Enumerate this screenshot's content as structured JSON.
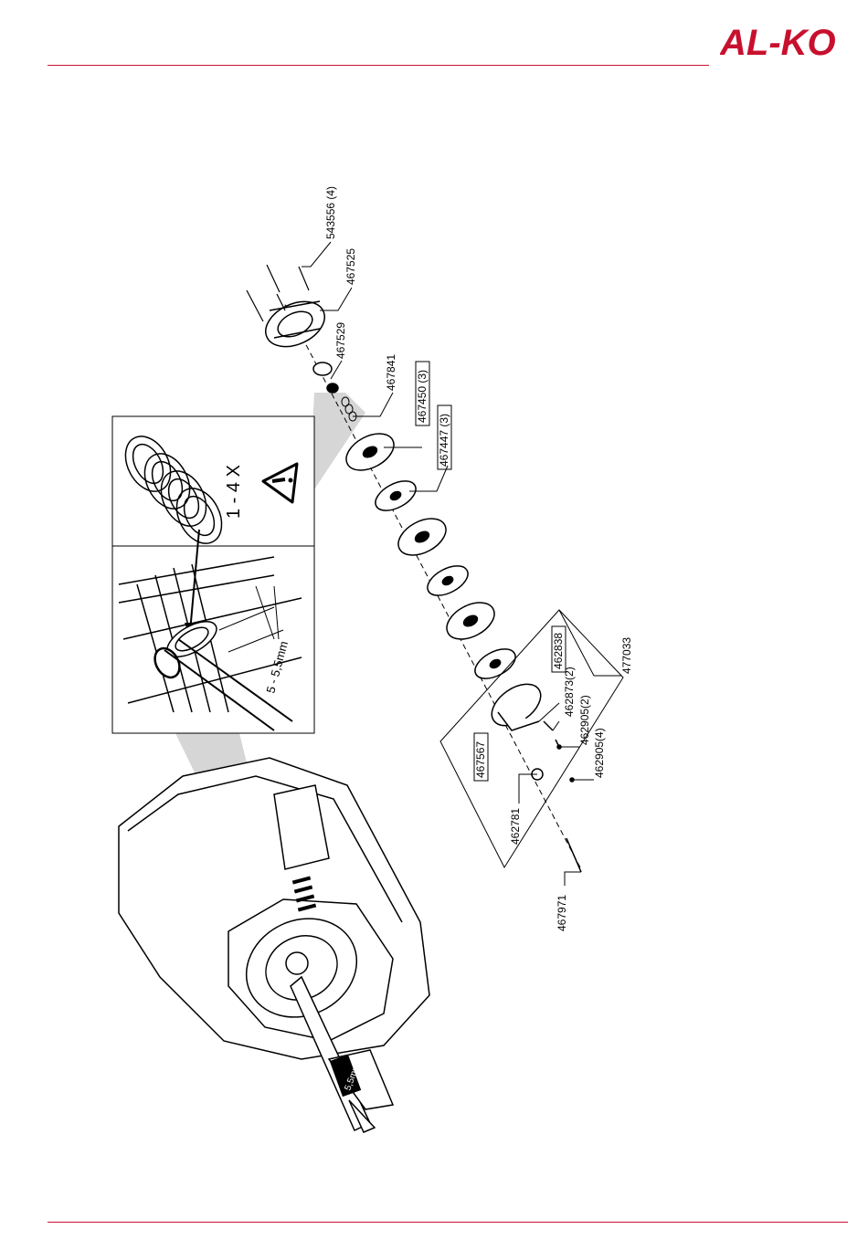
{
  "brand": {
    "logo_text": "AL-KO",
    "accent_color": "#c8102e"
  },
  "detail": {
    "shim_count": "1 - 4 X",
    "gap": "5 - 5,5mm",
    "caliper_label": "5,5mm"
  },
  "parts": {
    "p543556": "543556 (4)",
    "p467525": "467525",
    "p467529": "467529",
    "p467841": "467841",
    "p467450": "467450 (3)",
    "p467447": "467447 (3)",
    "p477033": "477033",
    "p462838": "462838",
    "p462873": "462873(2)",
    "p462905a": "462905(2)",
    "p462905b": "462905(4)",
    "p467567": "467567",
    "p462781": "462781",
    "p467971": "467971"
  },
  "icons": {
    "warning": "warning-triangle-icon"
  }
}
